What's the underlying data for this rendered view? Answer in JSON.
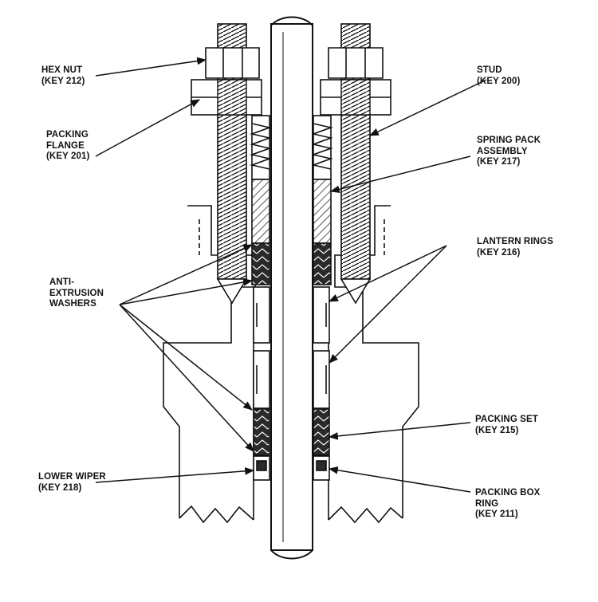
{
  "labels": {
    "hex_nut": [
      "HEX NUT",
      "(KEY 212)"
    ],
    "packing_flange": [
      "PACKING",
      "FLANGE",
      "(KEY 201)"
    ],
    "anti_extrusion": [
      "ANTI-",
      "EXTRUSION",
      "WASHERS"
    ],
    "lower_wiper": [
      "LOWER WIPER",
      "(KEY 218)"
    ],
    "stud": [
      "STUD",
      "(KEY 200)"
    ],
    "spring_pack": [
      "SPRING PACK",
      "ASSEMBLY",
      "(KEY 217)"
    ],
    "lantern_rings": [
      "LANTERN RINGS",
      "(KEY 216)"
    ],
    "packing_set": [
      "PACKING SET",
      "(KEY 215)"
    ],
    "packing_box_ring": [
      "PACKING BOX",
      "RING",
      "(KEY 211)"
    ]
  },
  "colors": {
    "ink": "#111111",
    "paper": "#ffffff",
    "packing_dark": "#2a2a2a"
  }
}
